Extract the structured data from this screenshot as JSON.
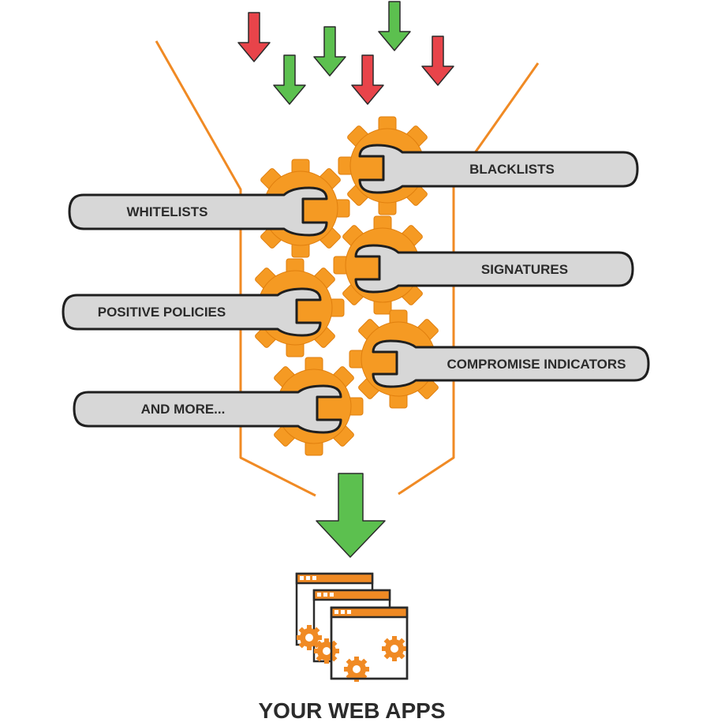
{
  "diagram": {
    "colors": {
      "gear": "#f59a23",
      "gear_stroke": "#e07f0e",
      "funnel": "#f08a24",
      "wrench_fill": "#d7d7d7",
      "wrench_stroke": "#1f1f1f",
      "good_arrow": "#5cc04f",
      "bad_arrow": "#e8444a",
      "window_bar": "#f08a24"
    },
    "wrenches": [
      {
        "label": "BLACKLISTS",
        "side": "right"
      },
      {
        "label": "WHITELISTS",
        "side": "left"
      },
      {
        "label": "SIGNATURES",
        "side": "right"
      },
      {
        "label": "POSITIVE POLICIES",
        "side": "left"
      },
      {
        "label": "COMPROMISE INDICATORS",
        "side": "right"
      },
      {
        "label": "AND MORE...",
        "side": "left"
      }
    ],
    "incoming_arrows": [
      {
        "kind": "bad",
        "icon": "red-down-arrow-icon"
      },
      {
        "kind": "good",
        "icon": "green-down-arrow-icon"
      },
      {
        "kind": "good",
        "icon": "green-down-arrow-icon"
      },
      {
        "kind": "bad",
        "icon": "red-down-arrow-icon"
      },
      {
        "kind": "bad",
        "icon": "red-down-arrow-icon"
      },
      {
        "kind": "good",
        "icon": "green-down-arrow-icon"
      }
    ],
    "output_arrow": {
      "kind": "good",
      "icon": "big-green-down-arrow-icon"
    },
    "apps_icon": "browser-windows-icon",
    "footer_label": "YOUR WEB APPS"
  }
}
